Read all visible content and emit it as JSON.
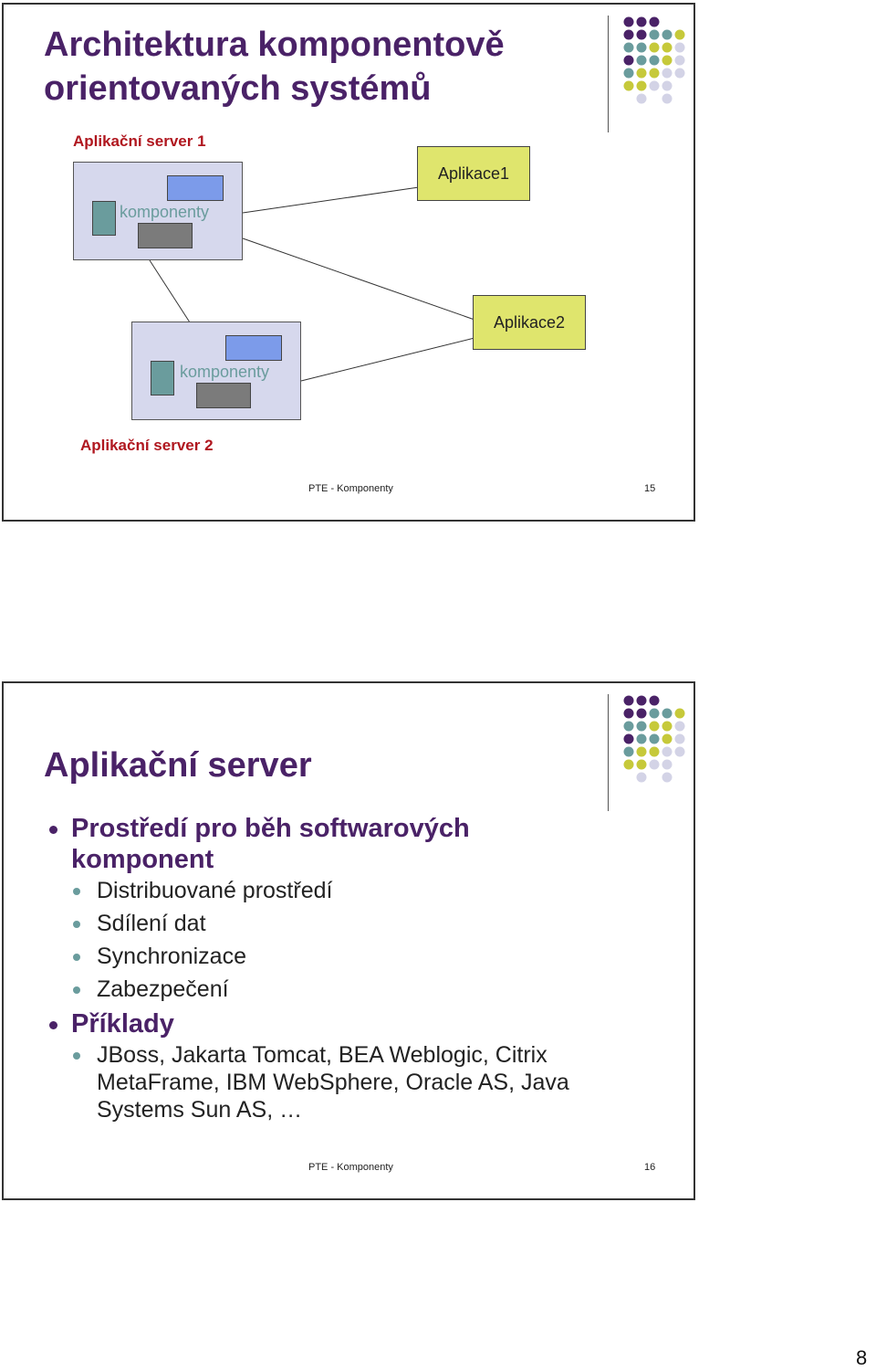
{
  "slides": [
    {
      "title": "Architektura komponentově orientovaných systémů",
      "server1_label": "Aplikační server 1",
      "server2_label": "Aplikační server 2",
      "components_label": "komponenty",
      "app1": "Aplikace1",
      "app2": "Aplikace2",
      "footer": "PTE - Komponenty",
      "number": "15"
    },
    {
      "title": "Aplikační server",
      "bullets": [
        {
          "text": "Prostředí pro běh softwarových komponent",
          "sub": [
            "Distribuované prostředí",
            "Sdílení dat",
            "Synchronizace",
            "Zabezpečení"
          ]
        },
        {
          "text": "Příklady",
          "sub": [
            "JBoss, Jakarta Tomcat, BEA Weblogic, Citrix MetaFrame, IBM WebSphere, Oracle AS, Java Systems Sun AS, …"
          ]
        }
      ],
      "footer": "PTE - Komponenty",
      "number": "16"
    }
  ],
  "page_number": "8",
  "colors": {
    "purple": "#4a2267",
    "teal": "#6a9c9d",
    "lime": "#c6c93a",
    "lavender": "#d3d3e6",
    "red": "#b0171f"
  }
}
